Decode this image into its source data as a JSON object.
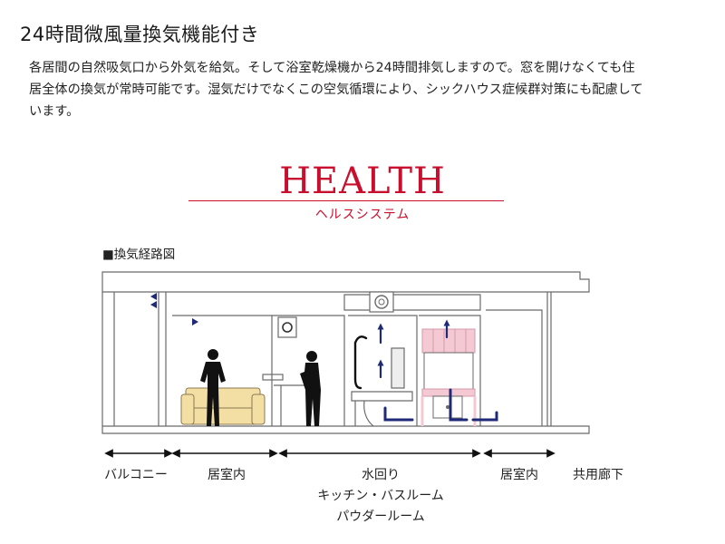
{
  "title": "24時間微風量換気機能付き",
  "description": [
    "各居間の自然吸気口から外気を給気。そして浴室乾燥機から24時間排気しますので。窓を開けなくても住",
    "居全体の換気が常時可能です。湿気だけでなくこの空気循環により、シックハウス症候群対策にも配慮して",
    "います。"
  ],
  "health": {
    "title": "HEALTH",
    "subtitle": "ヘルスシステム",
    "color": "#c8102e"
  },
  "diagram": {
    "label": "■換気経路図",
    "colors": {
      "airflow": "#1e2a78",
      "sofa": "#f3dea4",
      "bath_pink": "#f4c9d4"
    },
    "zones": [
      {
        "lines": [
          "バルコニー"
        ]
      },
      {
        "lines": [
          "居室内"
        ]
      },
      {
        "lines": [
          "水回り",
          "キッチン・バスルーム",
          "パウダールーム"
        ]
      },
      {
        "lines": [
          "居室内"
        ]
      },
      {
        "lines": [
          "共用廊下"
        ]
      }
    ]
  }
}
